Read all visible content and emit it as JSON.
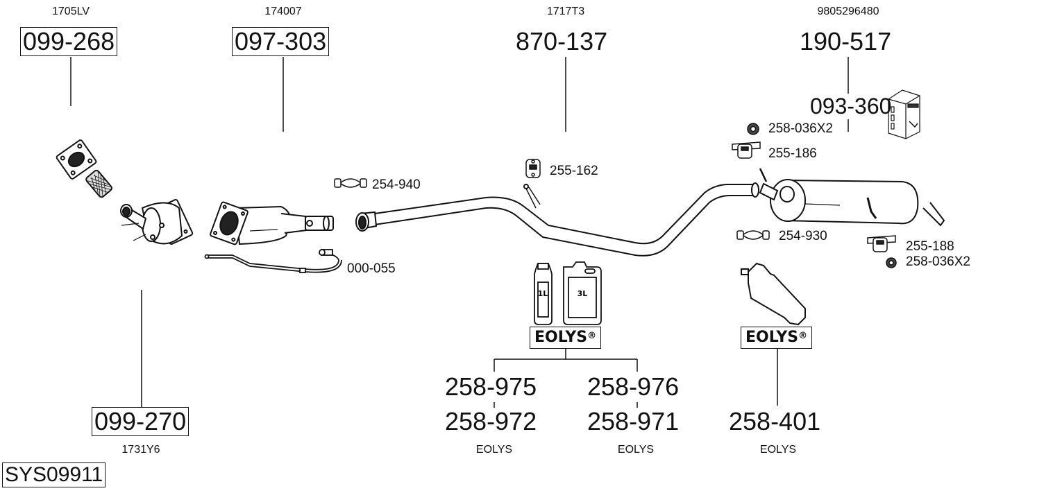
{
  "system_id": "SYS09911",
  "parts": {
    "front_pipe": {
      "number": "099-268",
      "oem": "1705LV"
    },
    "catalyst": {
      "number": "099-270",
      "oem": "1731Y6"
    },
    "dpf": {
      "number": "097-303",
      "oem": "174007"
    },
    "centre_pipe": {
      "number": "870-137",
      "oem": "1717T3"
    },
    "rear_silencer": {
      "number": "190-517",
      "oem": "9805296480"
    },
    "fitting_kit": {
      "number": "093-360"
    },
    "sensor": {
      "number": "000-055"
    }
  },
  "accessories": {
    "clamp_front": "254-940",
    "hanger_centre": "255-162",
    "nut_top": "258-036X2",
    "hanger_top": "255-186",
    "clamp_rear": "254-930",
    "hanger_rear": "255-188",
    "nut_rear": "258-036X2"
  },
  "eolys": {
    "brand_label": "EOLYS",
    "registered": "®",
    "bottles": {
      "small": "1L",
      "large": "3L"
    },
    "group_left": [
      {
        "top": "258-975",
        "bottom": "258-972",
        "label": "EOLYS"
      },
      {
        "top": "258-976",
        "bottom": "258-971",
        "label": "EOLYS"
      }
    ],
    "group_right": {
      "number": "258-401",
      "label": "EOLYS"
    }
  }
}
